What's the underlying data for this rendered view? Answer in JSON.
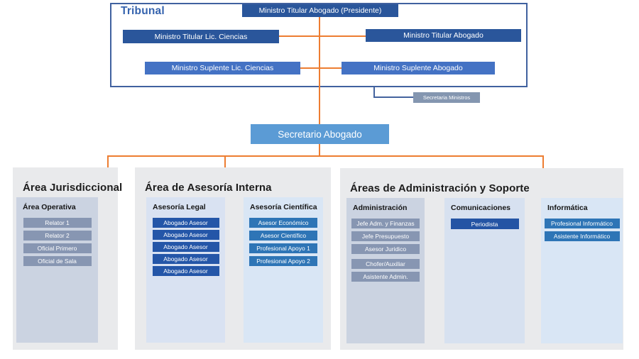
{
  "tribunal": {
    "label": "Tribunal",
    "president": "Ministro Titular Abogado (Presidente)",
    "titular_ciencias": "Ministro Titular Lic. Ciencias",
    "titular_abogado": "Ministro Titular Abogado",
    "suplente_ciencias": "Ministro Suplente Lic. Ciencias",
    "suplente_abogado": "Ministro Suplente Abogado",
    "secretaria_ministros": "Secretaria Ministros"
  },
  "secretario": {
    "label": "Secretario Abogado"
  },
  "colors": {
    "connector_orange": "#ED7D31",
    "connector_blue": "#44639E",
    "navy_dark": "#2A569B",
    "blue_medium": "#4472C4",
    "blue_secretario": "#5B9BD5",
    "gray_blue": "#8496B0"
  },
  "areas": [
    {
      "title": "Área Jurisdiccional",
      "groups": [
        {
          "name": "Área Operativa",
          "bg": "#CBD3E1",
          "item_color": "#8796B2",
          "items": [
            "Relator 1",
            "Relator 2",
            "Oficial Primero",
            "Oficial de Sala"
          ]
        }
      ]
    },
    {
      "title": "Área de Asesoría Interna",
      "groups": [
        {
          "name": "Asesoría Legal",
          "bg": "#D9E2F2",
          "item_color": "#2456A8",
          "items": [
            "Abogado Asesor",
            "Abogado Asesor",
            "Abogado Asesor",
            "Abogado Asesor",
            "Abogado Asesor"
          ]
        },
        {
          "name": "Asesoría Científica",
          "bg": "#D9E6F5",
          "item_color": "#2E75B6",
          "items": [
            "Asesor Económico",
            "Asesor Científico",
            "Profesional Apoyo 1",
            "Profesional Apoyo 2"
          ]
        }
      ]
    },
    {
      "title": "Áreas de Administración y Soporte",
      "groups": [
        {
          "name": "Administración",
          "bg": "#CBD3E1",
          "item_color": "#8796B2",
          "items": [
            "Jefe Adm. y Finanzas",
            "Jefe Presupuesto",
            "Asesor Juridico",
            "Chofer/Auxiliar",
            "Asistente Admin."
          ]
        },
        {
          "name": "Comunicaciones",
          "bg": "#D7E1F0",
          "item_color": "#2454A4",
          "items": [
            "Periodista"
          ]
        },
        {
          "name": "Informática",
          "bg": "#D9E6F5",
          "item_color": "#2E75B6",
          "items": [
            "Profesional Informático",
            "Asistente Informático"
          ]
        }
      ]
    }
  ]
}
